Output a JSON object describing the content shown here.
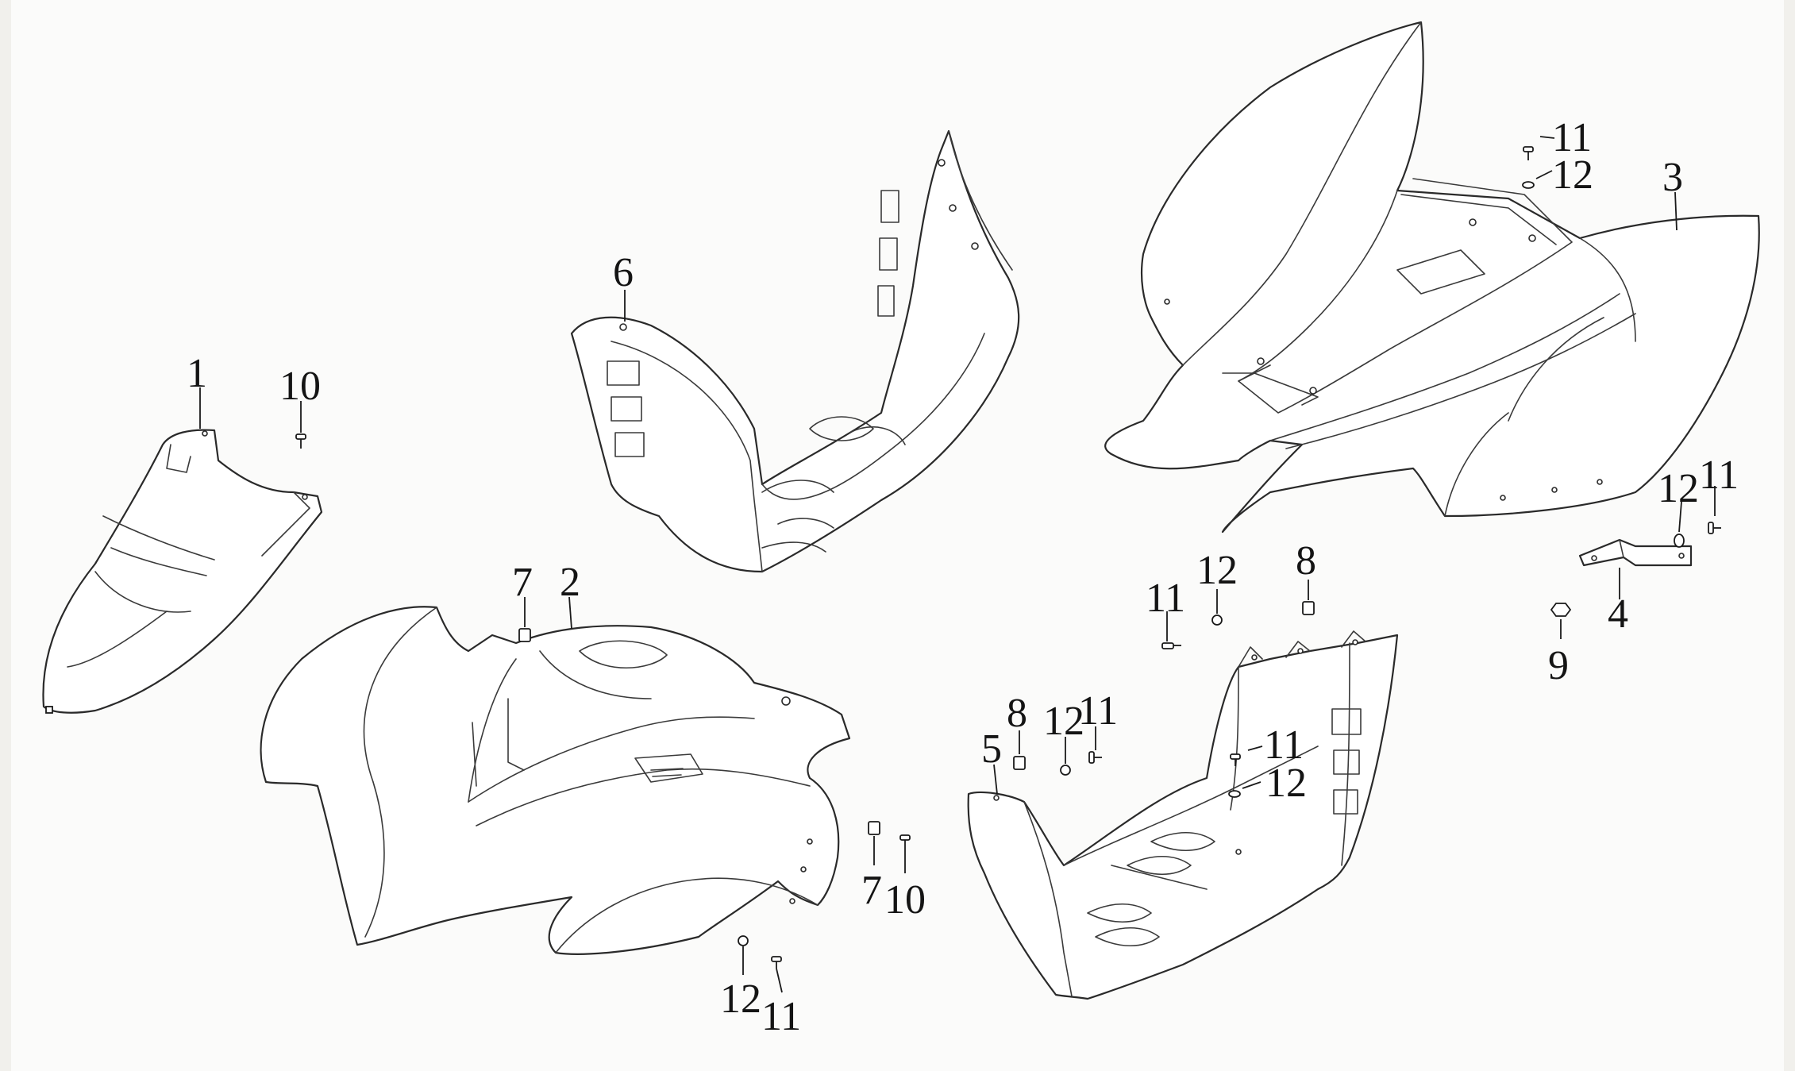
{
  "colors": {
    "line": "#2a2a2a",
    "paper": "#fbfbfa"
  },
  "callouts": {
    "c1": "1",
    "c2": "2",
    "c3": "3",
    "c4": "4",
    "c5": "5",
    "c6": "6",
    "c7a": "7",
    "c7b": "7",
    "c8a": "8",
    "c8b": "8",
    "c9": "9",
    "c10a": "10",
    "c10b": "10",
    "c11a": "11",
    "c11b": "11",
    "c11c": "11",
    "c11d": "11",
    "c11e": "11",
    "c11f": "11",
    "c12a": "12",
    "c12b": "12",
    "c12c": "12",
    "c12d": "12",
    "c12e": "12",
    "c12f": "12"
  }
}
